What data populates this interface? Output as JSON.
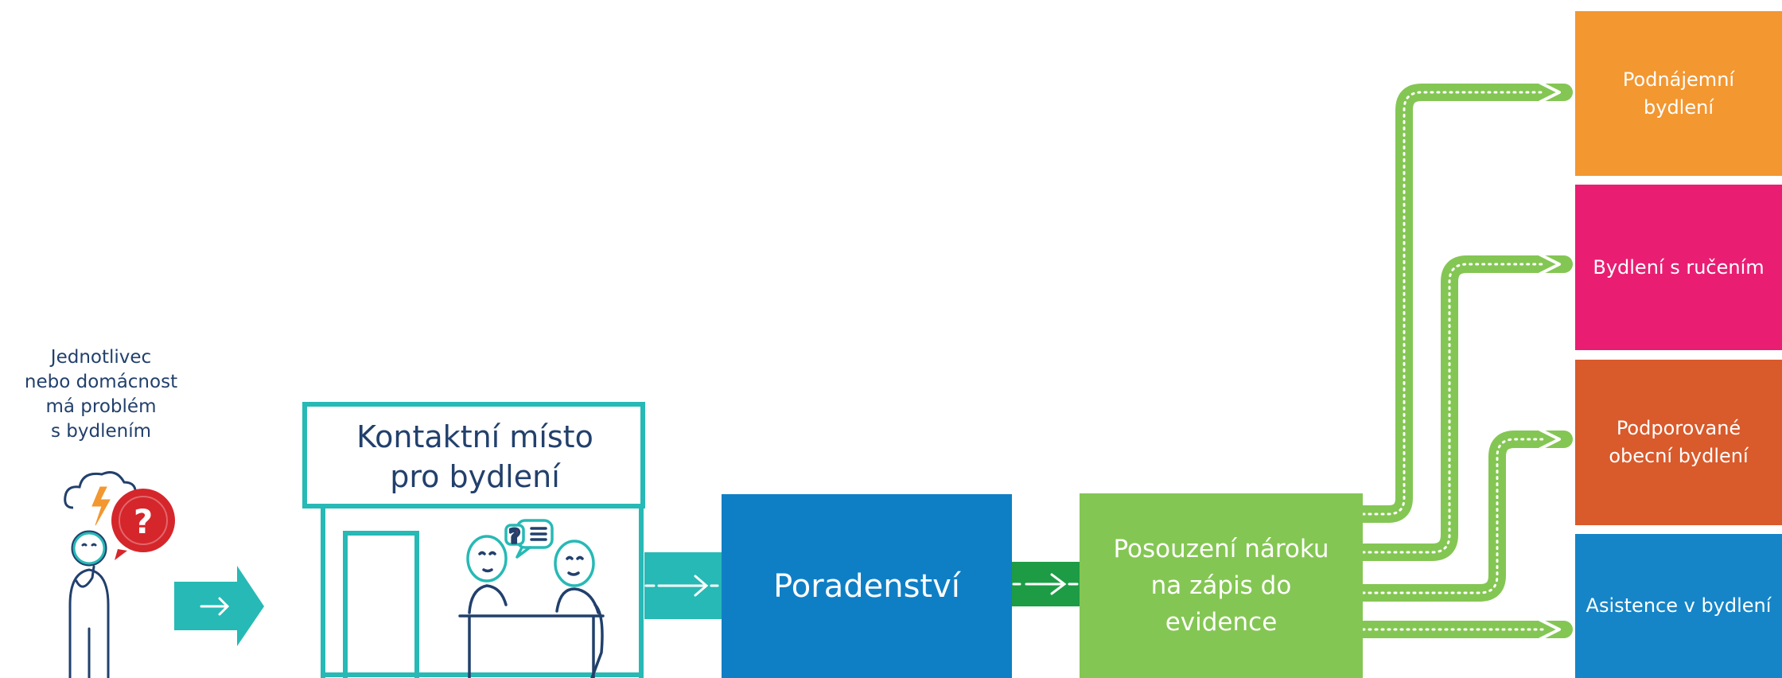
{
  "person": {
    "lines": [
      "Jednotlivec",
      "nebo domácnost",
      "má problém",
      "s bydlením"
    ]
  },
  "kontaktni_misto": {
    "title_lines": [
      "Kontaktní místo",
      "pro bydlení"
    ]
  },
  "poradenstvi": {
    "label": "Poradenství"
  },
  "posouzeni": {
    "lines": [
      "Posouzení nároku",
      "na zápis do",
      "evidence"
    ]
  },
  "outcomes": [
    {
      "lines": [
        "Podnájemní",
        "bydlení"
      ],
      "color": "#f39730"
    },
    {
      "lines": [
        "Bydlení s ručením"
      ],
      "color": "#e91e73"
    },
    {
      "lines": [
        "Podporované",
        "obecní bydlení"
      ],
      "color": "#d95a2b"
    },
    {
      "lines": [
        "Asistence v bydlení"
      ],
      "color": "#1585c7"
    }
  ],
  "colors": {
    "teal": "#27b9b5",
    "navy": "#22406c",
    "green_connector": "#1e9c45",
    "path_green": "#84c653",
    "bubble_red": "#d5262b",
    "lightning_orange": "#f39730"
  },
  "icons": {
    "arrow_main": "right-arrow-icon",
    "thinking_person": "thinking-person-icon",
    "question": "question-bubble-icon",
    "lightning_cloud": "storm-cloud-icon",
    "meeting": "consultation-people-icon"
  }
}
